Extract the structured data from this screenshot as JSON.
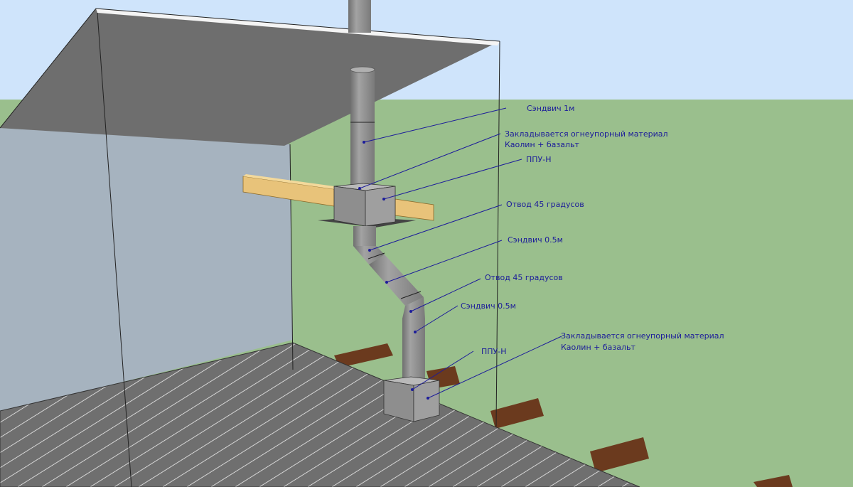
{
  "labels": {
    "sandwich_1m": "Сэндвич 1м",
    "refractory_top_1": "Закладывается огнеупорный материал",
    "refractory_top_2": "Каолин + базальт",
    "ppu_top": "ППУ-Н",
    "elbow_top": "Отвод 45 градусов",
    "sandwich_05_top": "Сэндвич 0.5м",
    "elbow_bottom": "Отвод 45 градусов",
    "sandwich_05_bottom": "Сэндвич 0.5м",
    "ppu_bottom": "ППУ-Н",
    "refractory_bottom_1": "Закладывается огнеупорный материал",
    "refractory_bottom_2": "Каолин + базальт"
  },
  "colors": {
    "sky": "#cfe4fb",
    "grass": "#9abf8d",
    "ceiling": "#6e6e6e",
    "wall": "#a6b3bf",
    "pipe": "#8a8a8a",
    "floor": "#6f6f6f",
    "beam": "#e8c37a",
    "joist": "#6b3a1e",
    "label": "#1c1c9a"
  }
}
